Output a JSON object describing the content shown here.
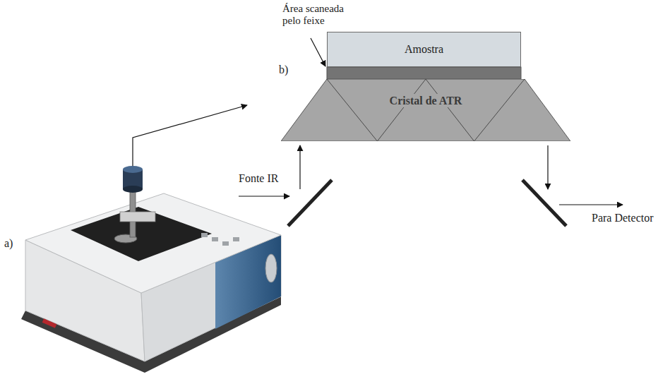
{
  "diagram": {
    "nodes": [
      {
        "text": [
          "Amostra"
        ]
      },
      {
        "text": [
          "Cristal de ATR"
        ]
      }
    ],
    "labels": [
      "Área scaneada pelo feixe",
      "b)",
      "Fonte IR",
      "Para Detector",
      "a)"
    ]
  }
}
